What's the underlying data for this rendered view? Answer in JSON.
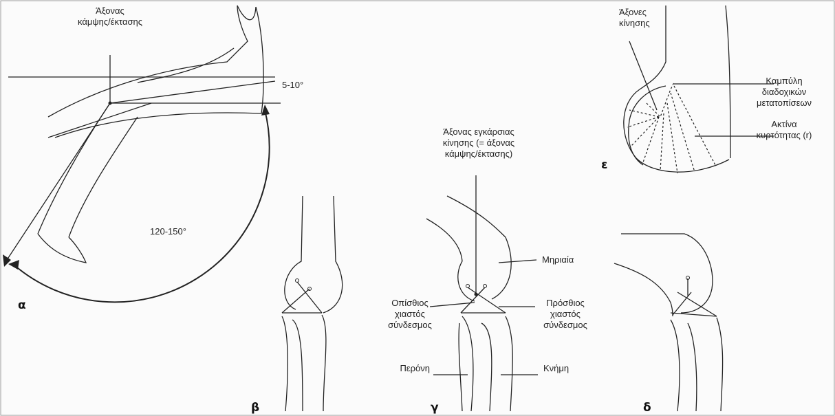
{
  "labels": {
    "a_axis": [
      "Άξονας",
      "κάμψης/έκτασης"
    ],
    "a_angle_small": "5-10°",
    "a_angle_big": "120-150°",
    "g_axis": [
      "Άξονας εγκάρσιας",
      "κίνησης (= άξονας",
      "κάμψης/έκτασης)"
    ],
    "g_femur": "Μηριαία",
    "g_post_cruciate": [
      "Οπίσθιος",
      "χιαστός",
      "σύνδεσμος"
    ],
    "g_ant_cruciate": [
      "Πρόσθιος",
      "χιαστός",
      "σύνδεσμος"
    ],
    "g_fibula": "Περόνη",
    "g_tibia": "Κνήμη",
    "e_axes": [
      "Άξονες",
      "κίνησης"
    ],
    "e_curve": [
      "Καμπύλη",
      "διαδοχικών",
      "μετατοπίσεων"
    ],
    "e_radius": [
      "Ακτίνα",
      "κυρτότητας (r)"
    ]
  },
  "panels": {
    "a": "α",
    "b": "β",
    "g": "γ",
    "d": "δ",
    "e": "ε"
  }
}
